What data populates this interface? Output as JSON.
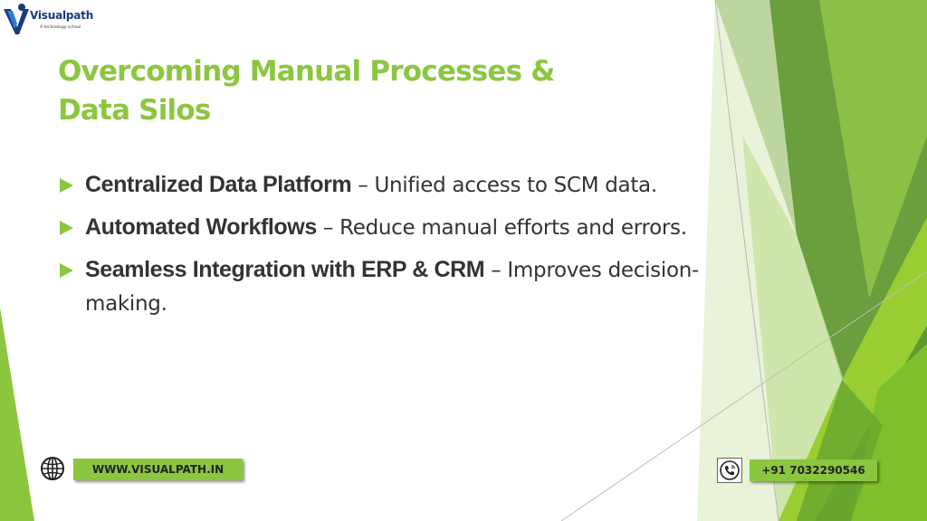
{
  "logo": {
    "name": "Visualpath",
    "tagline": "A technology school"
  },
  "title": {
    "line1": "Overcoming Manual Processes &",
    "line2": "Data Silos"
  },
  "bullets": [
    {
      "heading": "Centralized Data Platform",
      "text": " – Unified access to SCM data."
    },
    {
      "heading": "Automated Workflows",
      "text": " – Reduce manual efforts and errors."
    },
    {
      "heading": "Seamless Integration with ERP & CRM",
      "text": " – Improves decision-making."
    }
  ],
  "footer": {
    "website": "WWW.VISUALPATH.IN",
    "phone": "+91 7032290546",
    "website_icon": "globe-icon",
    "phone_icon": "phone-icon"
  },
  "colors": {
    "accent_green": "#8cc63f",
    "dark_green": "#4e8a2a",
    "brand_blue": "#1b3a7a",
    "text": "#333333"
  }
}
